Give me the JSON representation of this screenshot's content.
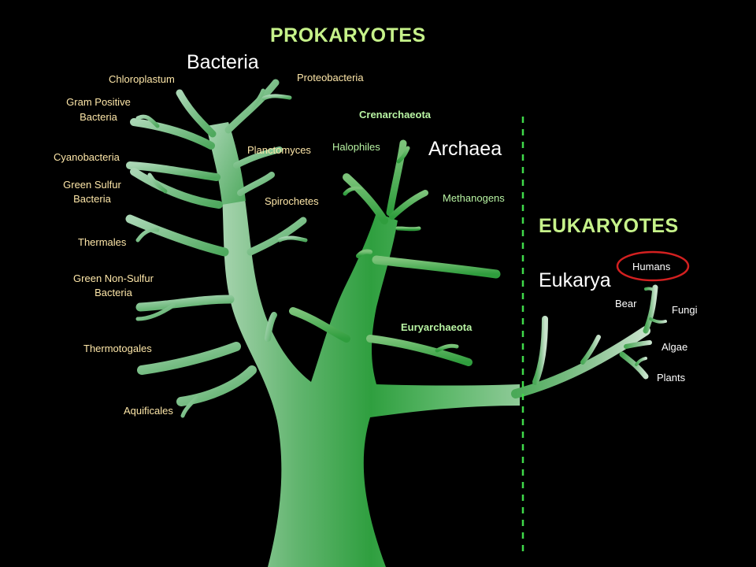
{
  "colors": {
    "background": "#000000",
    "prokaryote_label": "#fde6a8",
    "archaea_label": "#b9f5a4",
    "heading": "#c6f28a",
    "domain_label": "#ffffff",
    "eukarya_label": "#ffffff",
    "divider": "#3fd94a",
    "highlight_circle": "#d32020",
    "trunk_dark": "#2e9e3e",
    "trunk_light": "#9fd0a8"
  },
  "headings": {
    "prokaryotes": "PROKARYOTES",
    "eukaryotes": "EUKARYOTES"
  },
  "domains": {
    "bacteria": "Bacteria",
    "archaea": "Archaea",
    "eukarya": "Eukarya"
  },
  "bacteria_groups": {
    "chloroplastum": "Chloroplastum",
    "proteobacteria": "Proteobacteria",
    "gram_positive_line1": "Gram Positive",
    "gram_positive_line2": "Bacteria",
    "cyanobacteria": "Cyanobacteria",
    "planctomyces": "Planctomyces",
    "green_sulfur_line1": "Green Sulfur",
    "green_sulfur_line2": "Bacteria",
    "spirochetes": "Spirochetes",
    "thermales": "Thermales",
    "green_non_sulfur_line1": "Green Non-Sulfur",
    "green_non_sulfur_line2": "Bacteria",
    "thermotogales": "Thermotogales",
    "aquificales": "Aquificales"
  },
  "archaea_groups": {
    "crenarchaeota": "Crenarchaeota",
    "halophiles": "Halophiles",
    "methanogens": "Methanogens",
    "euryarchaeota": "Euryarchaeota"
  },
  "eukarya_groups": {
    "humans": "Humans",
    "bear": "Bear",
    "fungi": "Fungi",
    "algae": "Algae",
    "plants": "Plants"
  }
}
